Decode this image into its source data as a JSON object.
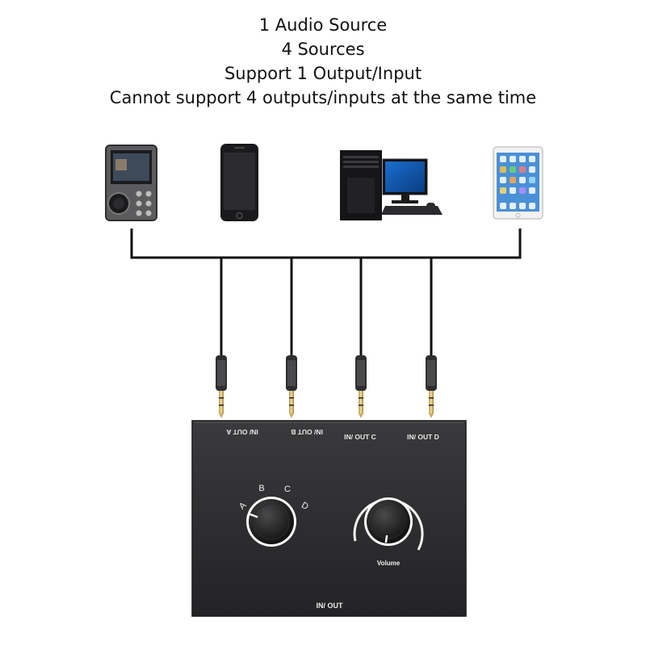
{
  "headline": {
    "line1": "1 Audio Source",
    "line2": "4 Sources",
    "line3": "Support 1 Output/Input",
    "line4": "Cannot support 4 outputs/inputs at the same time"
  },
  "devices": [
    {
      "icon": "music-player-icon"
    },
    {
      "icon": "smartphone-icon"
    },
    {
      "icon": "desktop-computer-icon"
    },
    {
      "icon": "tablet-icon"
    }
  ],
  "switch_box": {
    "ports": [
      "IN/ OUT A",
      "IN/ OUT B",
      "IN/ OUT C",
      "IN/ OUT D"
    ],
    "selector_positions": [
      "A",
      "B",
      "C",
      "D"
    ],
    "volume_label": "Volume",
    "bottom_label": "IN/ OUT",
    "colors": {
      "body": "#2b2b2d",
      "label": "#e8e8e8"
    }
  }
}
